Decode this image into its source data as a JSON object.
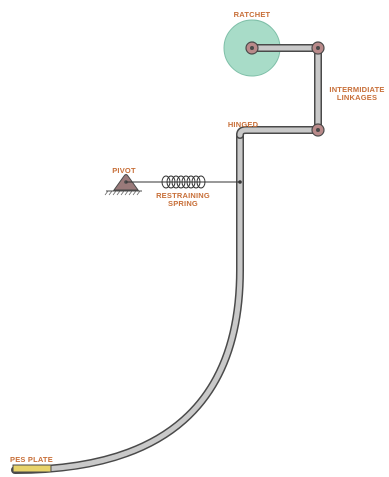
{
  "labels": {
    "ratchet": "RATCHET",
    "intermediate_line1": "INTERMIDIATE",
    "intermediate_line2": "LINKAGES",
    "hinged": "HINGED",
    "pivot": "PIVOT",
    "restraining_line1": "RESTRAINING",
    "restraining_line2": "SPRING",
    "pes_plate": "PES PLATE"
  },
  "colors": {
    "ratchet_fill": "#a8dcc8",
    "rod_fill": "#c9c9c9",
    "rod_stroke": "#4a4a4a",
    "joint_fill": "#b98a8a",
    "pivot_fill": "#9a7a7a",
    "pes_plate_fill": "#e8d36a",
    "label_color": "#c8703a"
  }
}
